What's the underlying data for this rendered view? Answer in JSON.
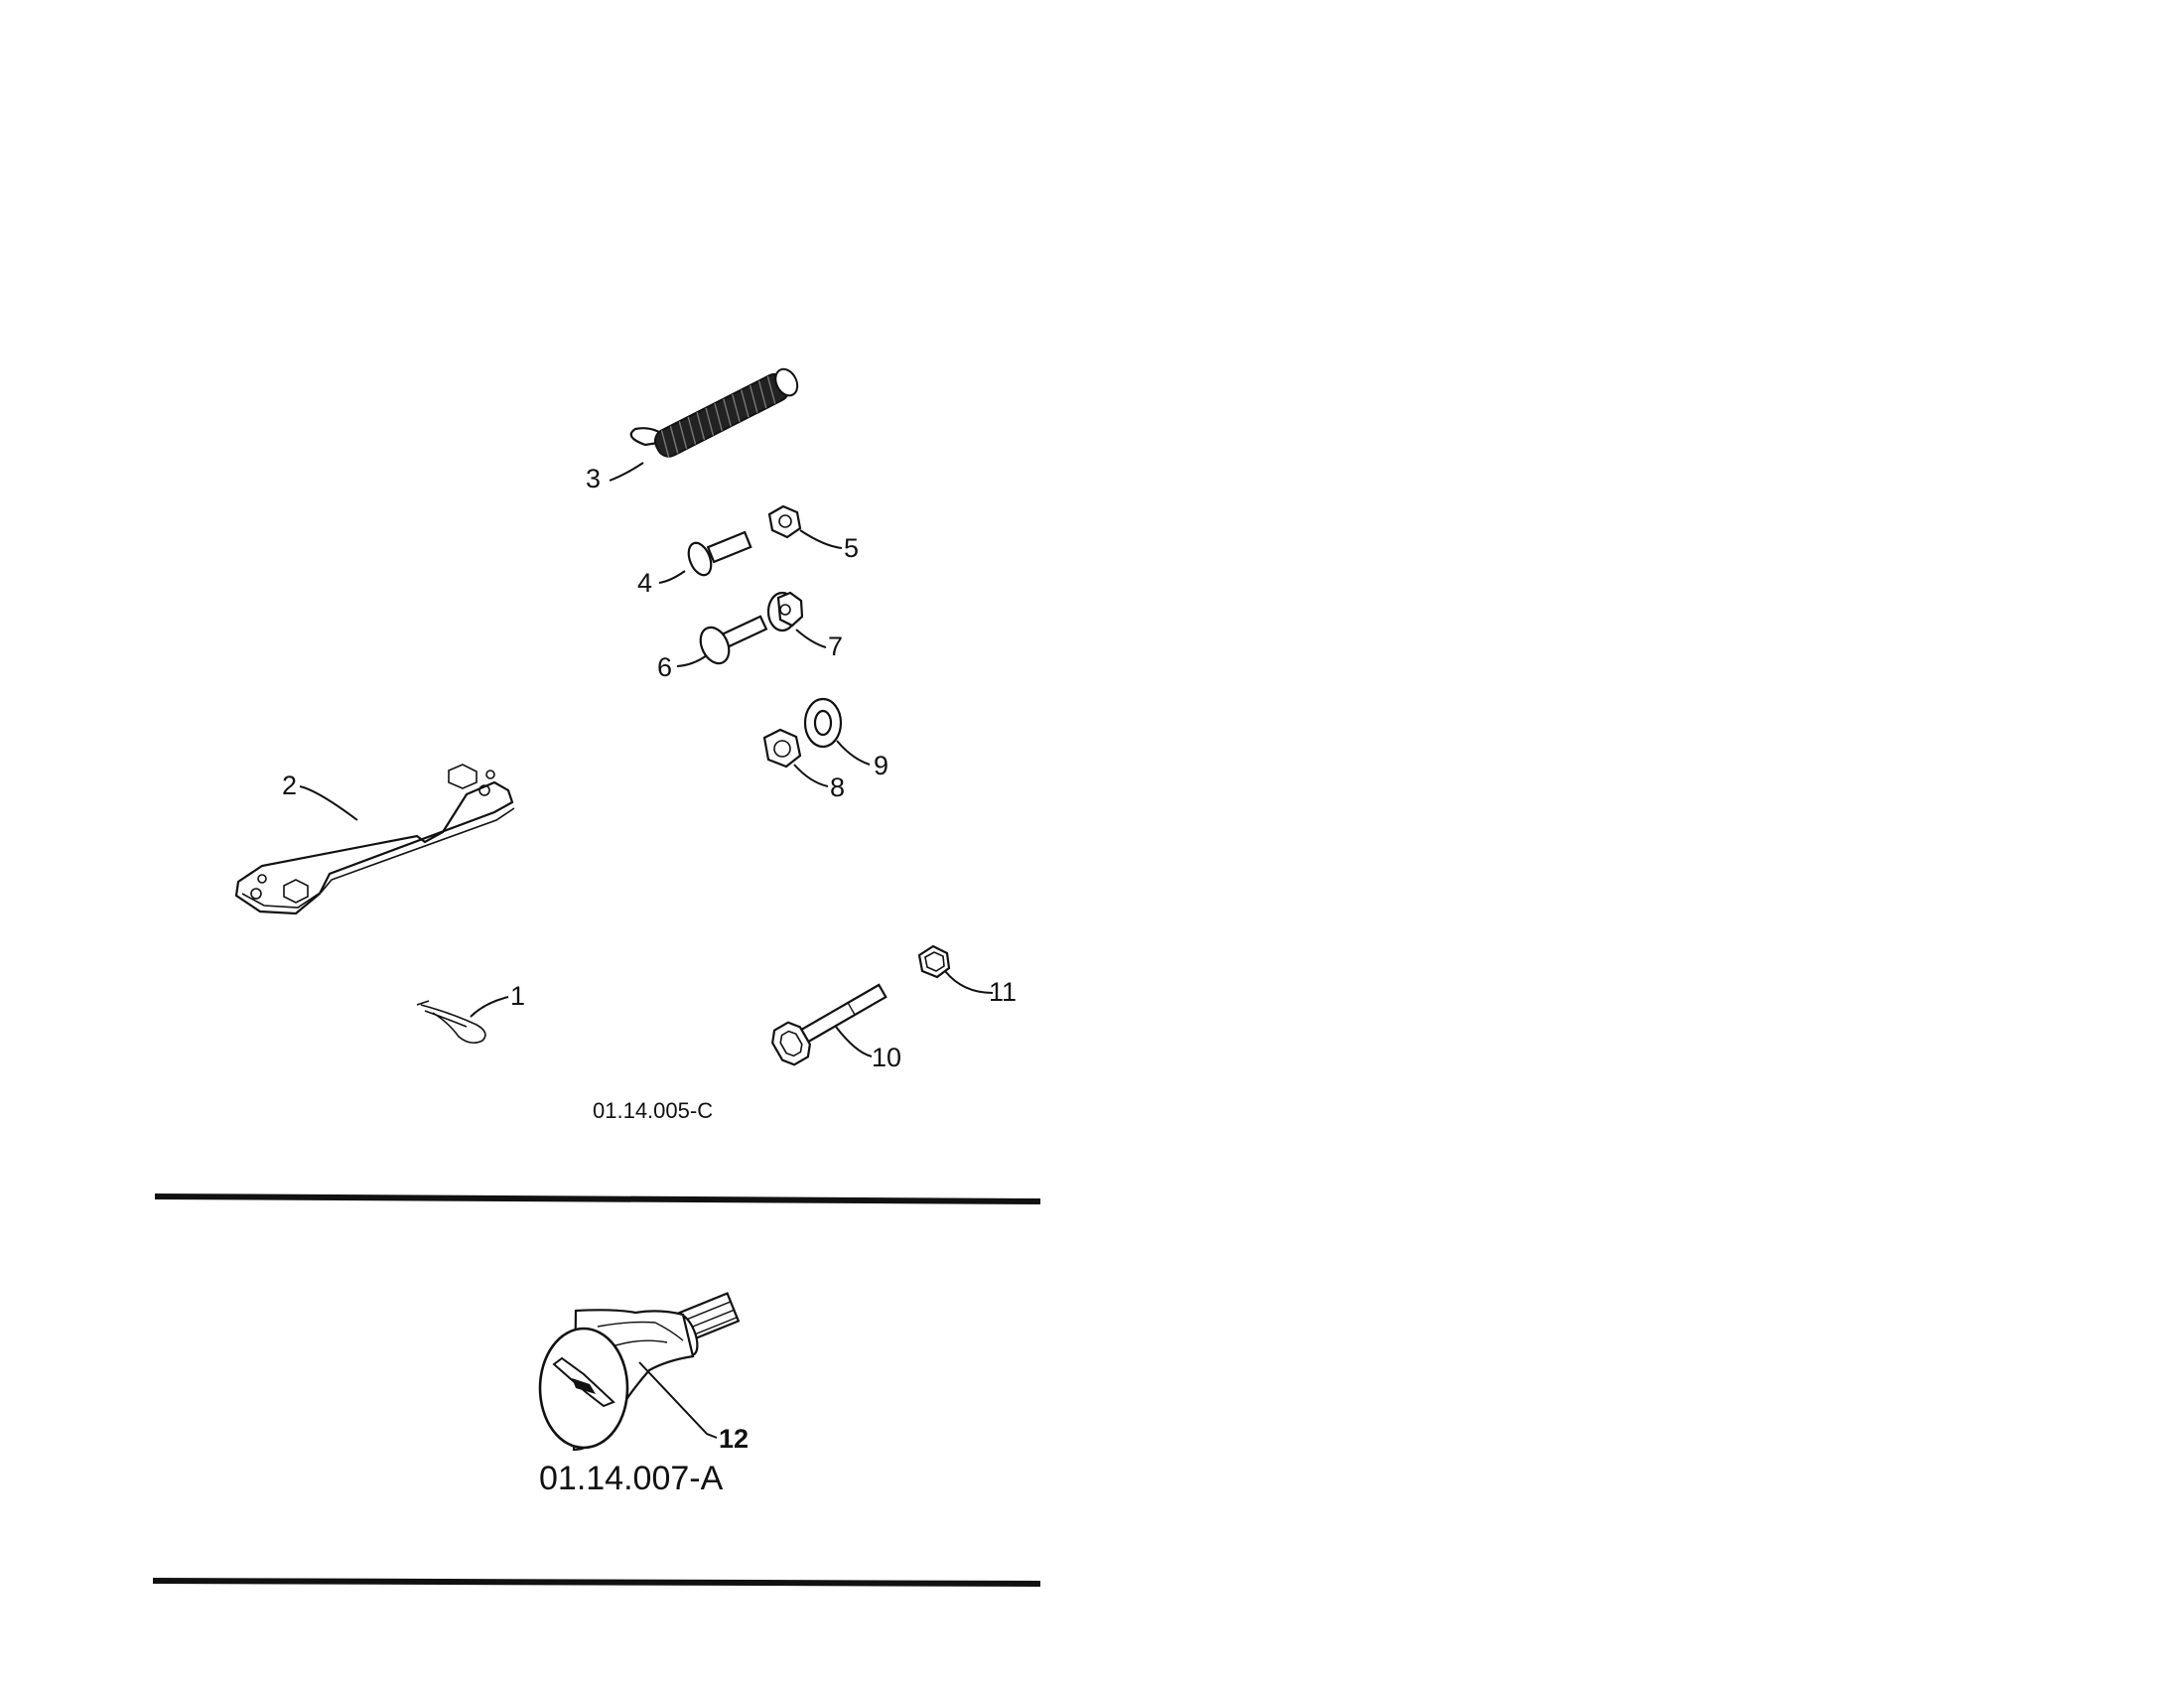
{
  "figure_top": {
    "code": "01.14.005-C",
    "callouts": [
      "1",
      "2",
      "3",
      "4",
      "5",
      "6",
      "7",
      "8",
      "9",
      "10",
      "11"
    ]
  },
  "figure_bottom": {
    "code": "01.14.007-A",
    "callouts": [
      "12"
    ]
  },
  "icons": {
    "part_1": "hairpin-clip-icon",
    "part_2": "wrench-plate-icon",
    "part_3": "spring-icon",
    "part_4": "shoulder-bolt-icon",
    "part_5": "nut-icon",
    "part_6": "carriage-bolt-icon",
    "part_7": "flange-nut-icon",
    "part_8": "lock-nut-icon",
    "part_9": "washer-icon",
    "part_10": "hex-bolt-icon",
    "part_11": "nut-icon",
    "part_12": "knob-icon"
  }
}
